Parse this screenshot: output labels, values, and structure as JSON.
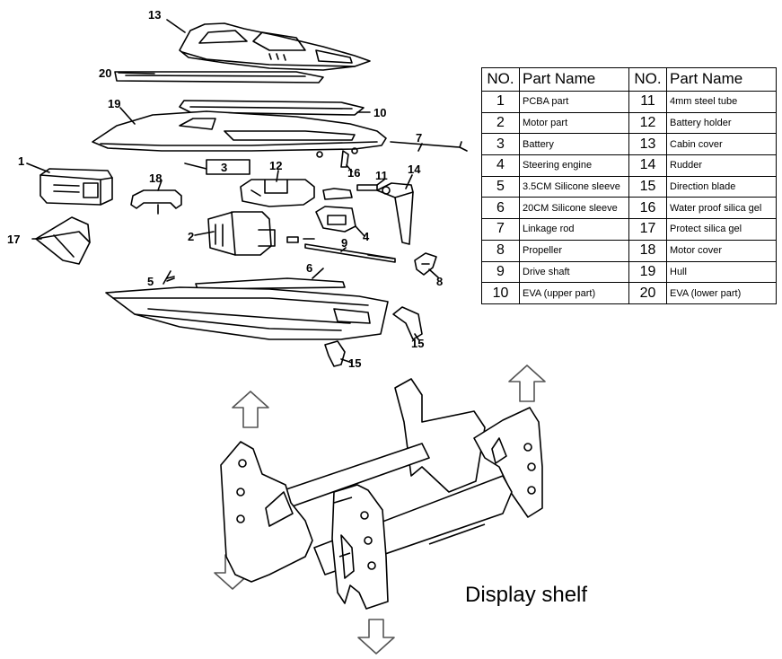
{
  "table": {
    "header": {
      "no": "NO.",
      "name": "Part Name"
    },
    "rows": [
      {
        "no": "1",
        "name": "PCBA part"
      },
      {
        "no": "2",
        "name": "Motor part"
      },
      {
        "no": "3",
        "name": "Battery"
      },
      {
        "no": "4",
        "name": "Steering engine"
      },
      {
        "no": "5",
        "name": "3.5CM Silicone sleeve"
      },
      {
        "no": "6",
        "name": "20CM Silicone sleeve"
      },
      {
        "no": "7",
        "name": "Linkage rod"
      },
      {
        "no": "8",
        "name": "Propeller"
      },
      {
        "no": "9",
        "name": "Drive shaft"
      },
      {
        "no": "10",
        "name": "EVA (upper part)"
      },
      {
        "no": "11",
        "name": "4mm steel tube"
      },
      {
        "no": "12",
        "name": "Battery holder"
      },
      {
        "no": "13",
        "name": "Cabin cover"
      },
      {
        "no": "14",
        "name": "Rudder"
      },
      {
        "no": "15",
        "name": "Direction blade"
      },
      {
        "no": "16",
        "name": "Water proof silica gel"
      },
      {
        "no": "17",
        "name": "Protect silica gel"
      },
      {
        "no": "18",
        "name": "Motor cover"
      },
      {
        "no": "19",
        "name": "Hull"
      },
      {
        "no": "20",
        "name": "EVA (lower part)"
      }
    ]
  },
  "callouts": {
    "c1": "1",
    "c2": "2",
    "c3": "3",
    "c4": "4",
    "c5": "5",
    "c6": "6",
    "c7": "7",
    "c8": "8",
    "c9": "9",
    "c10": "10",
    "c11": "11",
    "c12": "12",
    "c13": "13",
    "c14": "14",
    "c15a": "15",
    "c15b": "15",
    "c16": "16",
    "c17": "17",
    "c18": "18",
    "c19": "19",
    "c20": "20"
  },
  "shelf": {
    "caption": "Display shelf"
  }
}
